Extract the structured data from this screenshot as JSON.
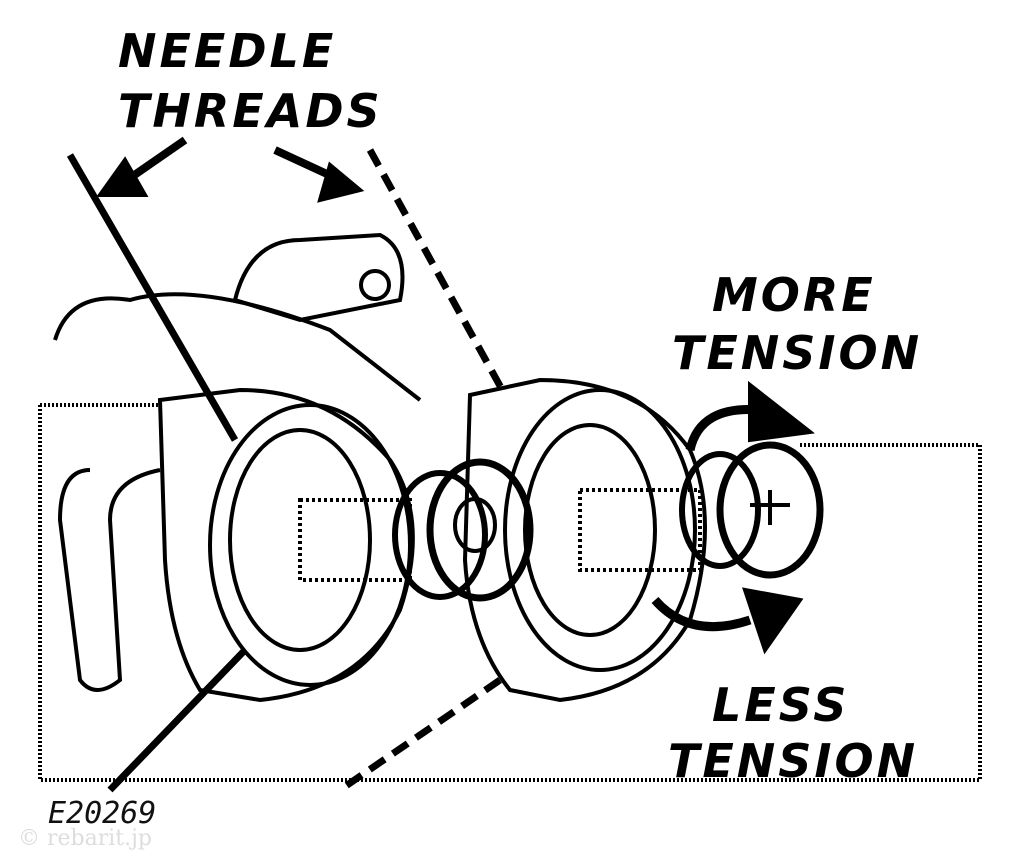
{
  "labels": {
    "needle_threads": [
      "NEEDLE",
      "THREADS"
    ],
    "more_tension": [
      "MORE",
      "TENSION"
    ],
    "less_tension": [
      "LESS",
      "TENSION"
    ],
    "figure_code": "E20269",
    "watermark": "© rebarit.jp"
  }
}
